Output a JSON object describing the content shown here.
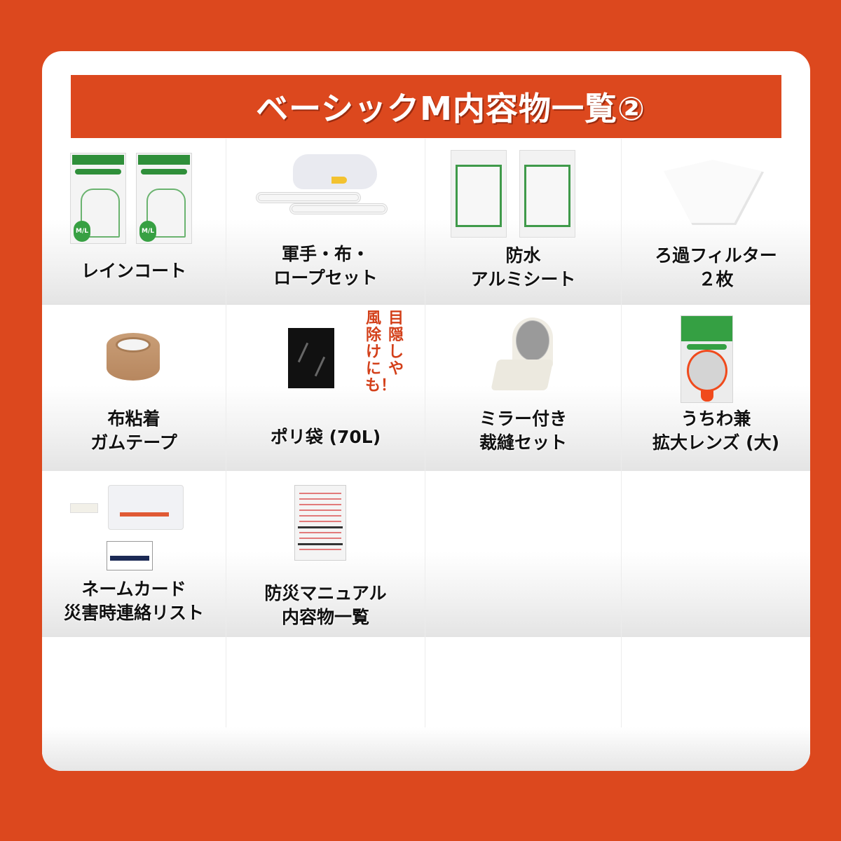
{
  "title": "ベーシックM内容物一覧②",
  "colors": {
    "background": "#dc481e",
    "title_bar": "#dc481e",
    "card": "#ffffff",
    "label_text": "#111111",
    "callout_text": "#d3401a"
  },
  "items": [
    {
      "label": "レインコート",
      "image": "raincoat-packs"
    },
    {
      "label": "軍手・布・\nロープセット",
      "image": "gloves-rope-set"
    },
    {
      "label": "防水\nアルミシート",
      "image": "aluminum-sheet-packs"
    },
    {
      "label": "ろ過フィルター\n２枚",
      "image": "filter-paper"
    },
    {
      "label": "布粘着\nガムテープ",
      "image": "cloth-tape"
    },
    {
      "label": "ポリ袋 (70L)",
      "image": "black-poly-bag",
      "callout": "目隠しや風除けにも！",
      "callout_col1": "目隠しや",
      "callout_col2": "風除けにも！"
    },
    {
      "label": "ミラー付き\n裁縫セット",
      "image": "mirror-sewing-kit"
    },
    {
      "label": "うちわ兼\n拡大レンズ (大)",
      "image": "fan-magnifier-lens"
    },
    {
      "label": "ネームカード\n災害時連絡リスト",
      "image": "name-card-contact-list"
    },
    {
      "label": "防災マニュアル\n内容物一覧",
      "image": "disaster-manual"
    }
  ]
}
